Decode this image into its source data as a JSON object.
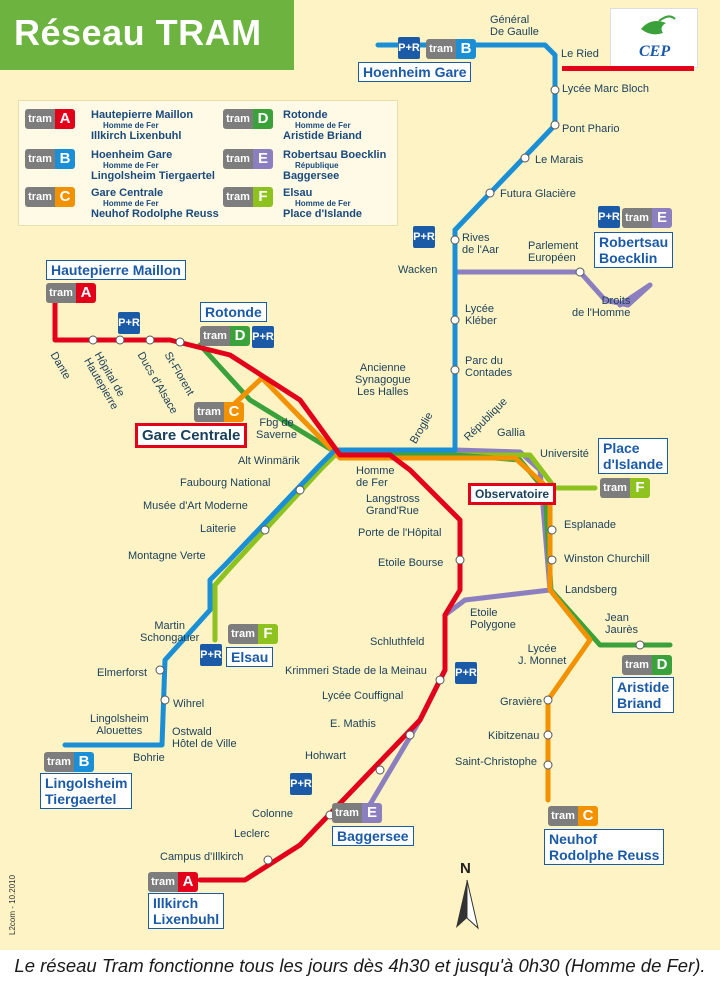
{
  "title": "Réseau TRAM",
  "caption": "Le réseau Tram fonctionne tous les jours dès 4h30 et jusqu'à 0h30 (Homme de Fer).",
  "credit": "L2com - 10.2010",
  "logo": {
    "text": "CEP"
  },
  "tram_word": "tram",
  "park_ride": "P+R",
  "north": "N",
  "colors": {
    "A": "#e3001b",
    "B": "#1a8fd6",
    "C": "#f39200",
    "D": "#3ba13a",
    "E": "#8c7fc0",
    "F": "#8dc21f"
  },
  "legend": [
    {
      "line": "A",
      "l1": "Hautepierre Maillon",
      "small": "Homme de Fer",
      "l2": "Illkirch Lixenbuhl"
    },
    {
      "line": "B",
      "l1": "Hoenheim Gare",
      "small": "Homme de Fer",
      "l2": "Lingolsheim Tiergaertel"
    },
    {
      "line": "C",
      "l1": "Gare Centrale",
      "small": "Homme de Fer",
      "l2": "Neuhof Rodolphe Reuss"
    },
    {
      "line": "D",
      "l1": "Rotonde",
      "small": "Homme de Fer",
      "l2": "Aristide Briand"
    },
    {
      "line": "E",
      "l1": "Robertsau Boecklin",
      "small": "République",
      "l2": "Baggersee"
    },
    {
      "line": "F",
      "l1": "Elsau",
      "small": "Homme de Fer",
      "l2": "Place d'Islande"
    }
  ],
  "terminals": {
    "hoenheim": "Hoenheim Gare",
    "hautepierre": "Hautepierre Maillon",
    "rotonde": "Rotonde",
    "robertsau1": "Robertsau",
    "robertsau2": "Boecklin",
    "islande1": "Place",
    "islande2": "d'Islande",
    "elsau": "Elsau",
    "lingolsheim1": "Lingolsheim",
    "lingolsheim2": "Tiergaertel",
    "briand1": "Aristide",
    "briand2": "Briand",
    "baggersee": "Baggersee",
    "neuhof1": "Neuhof",
    "neuhof2": "Rodolphe Reuss",
    "illkirch1": "Illkirch",
    "illkirch2": "Lixenbuhl",
    "gare": "Gare Centrale",
    "observatoire": "Observatoire"
  },
  "stations": {
    "general1": "Général",
    "general2": "De Gaulle",
    "leried": "Le Ried",
    "marcbloch": "Lycée Marc Bloch",
    "phario": "Pont Phario",
    "marais": "Le Marais",
    "futura": "Futura Glacière",
    "rives1": "Rives",
    "rives2": "de l'Aar",
    "wacken": "Wacken",
    "parlement1": "Parlement",
    "parlement2": "Européen",
    "droits1": "Droits",
    "droits2": "de l'Homme",
    "kleber1": "Lycée",
    "kleber2": "Kléber",
    "contades1": "Parc du",
    "contades2": "Contades",
    "synagogue1": "Ancienne",
    "synagogue2": "Synagogue",
    "synagogue3": "Les Halles",
    "broglie": "Broglie",
    "republique": "République",
    "gallia": "Gallia",
    "universite": "Université",
    "fbg1": "Fbg de",
    "fbg2": "Saverne",
    "winmarik": "Alt Winmärik",
    "national": "Faubourg National",
    "hdf1": "Homme",
    "hdf2": "de Fer",
    "langstross1": "Langstross",
    "langstross2": "Grand'Rue",
    "musee": "Musée d'Art Moderne",
    "laiterie": "Laiterie",
    "porte": "Porte de l'Hôpital",
    "esplanade": "Esplanade",
    "montagne": "Montagne Verte",
    "etoile": "Etoile Bourse",
    "churchill": "Winston Churchill",
    "landsberg": "Landsberg",
    "martin1": "Martin",
    "martin2": "Schongauer",
    "polygone1": "Etoile",
    "polygone2": "Polygone",
    "jaures1": "Jean",
    "jaures2": "Jaurès",
    "schluthfeld": "Schluthfeld",
    "monnet1": "Lycée",
    "monnet2": "J. Monnet",
    "elmerforst": "Elmerforst",
    "krimmeri": "Krimmeri Stade de la Meinau",
    "wihrel": "Wihrel",
    "couffignal": "Lycée Couffignal",
    "graviere": "Gravière",
    "alouettes1": "Lingolsheim",
    "alouettes2": "Alouettes",
    "ostwald1": "Ostwald",
    "ostwald2": "Hôtel de Ville",
    "mathis": "E. Mathis",
    "kibitzenau": "Kibitzenau",
    "bohrie": "Bohrie",
    "hohwart": "Hohwart",
    "christophe": "Saint-Christophe",
    "colonne": "Colonne",
    "leclerc": "Leclerc",
    "campus": "Campus d'Illkirch",
    "dante": "Dante",
    "hopital1": "Hôpital de",
    "hopital2": "Hautepierre",
    "ducs": "Ducs d'Alsace",
    "florent": "St-Florent"
  }
}
